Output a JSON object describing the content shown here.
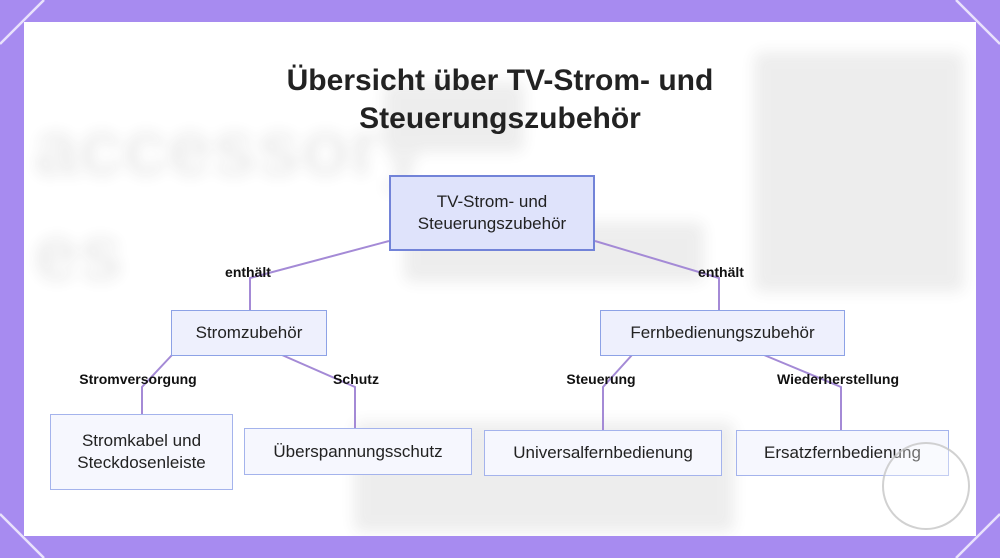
{
  "title_lines": [
    "Übersicht über TV-Strom- und",
    "Steuerungszubehör"
  ],
  "background_text": [
    "accessory",
    "es"
  ],
  "nodes": {
    "root": "TV-Strom- und Steuerungszubehör",
    "power": "Stromzubehör",
    "remote": "Fernbedienungszubehör",
    "cable": "Stromkabel und Steckdosenleiste",
    "surge": "Überspannungsschutz",
    "universal": "Universalfernbedienung",
    "replacement": "Ersatzfernbedienung"
  },
  "edges": {
    "root_power": "enthält",
    "root_remote": "enthält",
    "power_cable": "Stromversorgung",
    "power_surge": "Schutz",
    "remote_universal": "Steuerung",
    "remote_replacement": "Wiederherstellung"
  },
  "colors": {
    "frame": "#a78bf0",
    "edge": "#a48ad6",
    "node_border": "#8da2e6",
    "root_fill": "#dfe3fb",
    "node_fill": "#eef0fd"
  }
}
